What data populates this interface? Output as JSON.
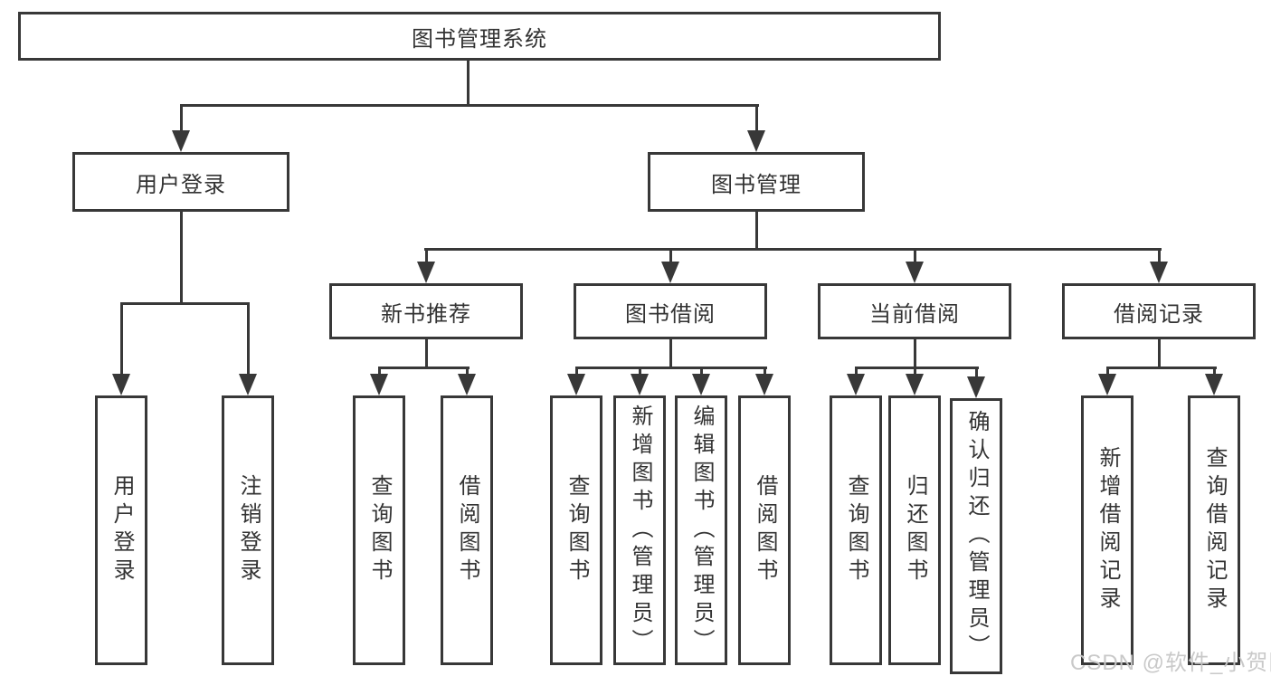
{
  "tree": {
    "root": {
      "label": "图书管理系统"
    },
    "branches": [
      {
        "label": "用户登录",
        "children": [
          {
            "label": "用户登录"
          },
          {
            "label": "注销登录"
          }
        ]
      },
      {
        "label": "图书管理",
        "children": [
          {
            "label": "新书推荐",
            "children": [
              {
                "label": "查询图书"
              },
              {
                "label": "借阅图书"
              }
            ]
          },
          {
            "label": "图书借阅",
            "children": [
              {
                "label": "查询图书"
              },
              {
                "label": "新增图书（管理员）"
              },
              {
                "label": "编辑图书（管理员）"
              },
              {
                "label": "借阅图书"
              }
            ]
          },
          {
            "label": "当前借阅",
            "children": [
              {
                "label": "查询图书"
              },
              {
                "label": "归还图书"
              },
              {
                "label": "确认归还（管理员）"
              }
            ]
          },
          {
            "label": "借阅记录",
            "children": [
              {
                "label": "新增借阅记录"
              },
              {
                "label": "查询借阅记录"
              }
            ]
          }
        ]
      }
    ]
  },
  "watermark": {
    "text": "CSDN @软件_小贺同学"
  },
  "colors": {
    "line": "#383838",
    "text": "#333333",
    "background": "#ffffff",
    "watermark": "#c6c6c6"
  }
}
